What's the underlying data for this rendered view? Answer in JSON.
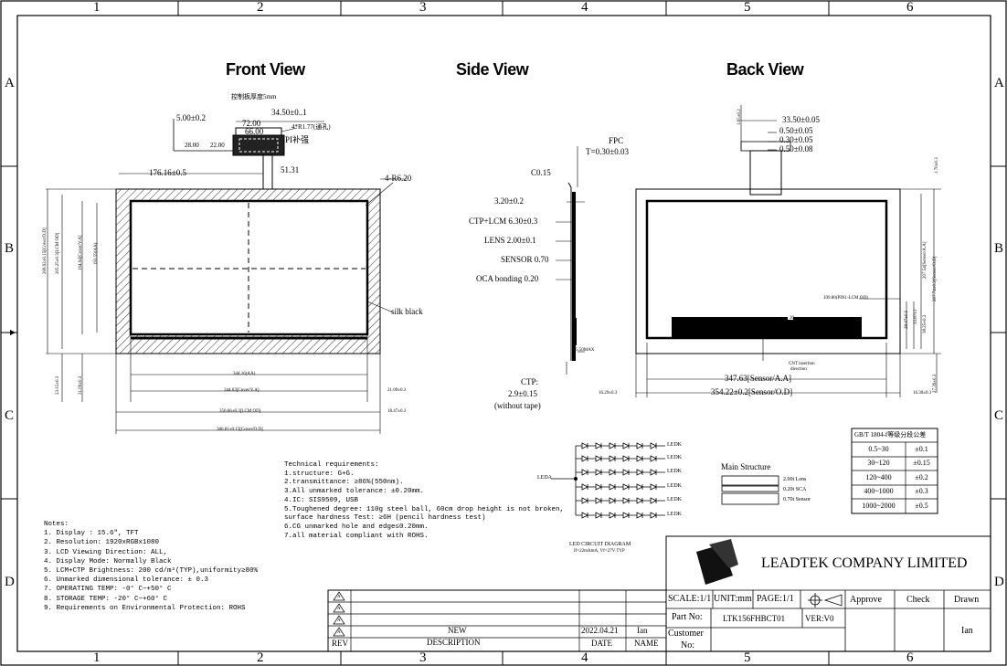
{
  "zones": {
    "cols": [
      "1",
      "2",
      "3",
      "4",
      "5",
      "6"
    ],
    "rows": [
      "A",
      "B",
      "C",
      "D"
    ]
  },
  "views": {
    "front": "Front View",
    "side": "Side View",
    "back": "Back View"
  },
  "front": {
    "note_cn": "控制板厚度5mm",
    "dims": {
      "d1": "34.50±0..1",
      "d2": "5.00±0.2",
      "d3": "72.00",
      "d4": "66.00",
      "d5": "4*R1.77(通孔)",
      "d6": "28.00",
      "d7": "22.00",
      "d8": "PI补强",
      "d9": "51.31",
      "d10": "176.16±0.5",
      "d11": "4-R6.20",
      "silk": "silk black",
      "h1": "206.92±0.15[Cover/O.D]",
      "h2": "205.25±0.3[LCM OD]",
      "h3": "194.94[Cover/V.A]",
      "h4": "193.59(AA)",
      "v1": "23.15±0.3",
      "v2": "31.09±0.3",
      "w1": "344.16(AA)",
      "w2": "344.63[Cover/V.A]",
      "w3": "21.09±0.3",
      "w4": "350.66±0.3[LCM OD]",
      "w5": "18.47±0.3",
      "w6": "386.81±0.15[Cover/O.D]"
    }
  },
  "side": {
    "fpc": "FPC",
    "fpc_t": "T=0.30±0.03",
    "c015": "C0.15",
    "l1": "3.20±0.2",
    "l2": "CTP+LCM 6.30±0.3",
    "l3": "LENS 2.00±0.1",
    "l4": "SENSOR 0.70",
    "l5": "OCA bonding 0.20",
    "max": "5.50MAX",
    "ctp1": "CTP:",
    "ctp2": "2.9±0.15",
    "ctp3": "(without tape)"
  },
  "back": {
    "b1": "33.50±0.05",
    "b2": "0.50±0.05",
    "b3": "0.30±0.05",
    "b4": "0.50±0.08",
    "bv": "1.65±0.2",
    "rv1": "1.70±0.3",
    "rv2": "207.54[Sensor/A.A]",
    "rv3": "207.74±0.2[Sensor/O.D]",
    "rv4": "28.47±0.5",
    "rv5": "33.87±1",
    "rv6": "38.25±0.3",
    "rv7": "27.39±0.3",
    "pin": "109.80(PIN1-LCM OD)",
    "pin30": "30",
    "ins1": "CNT insertion",
    "ins2": "direction",
    "w1": "347.63[Sensor/A.A]",
    "w2": "354.22±0.2[Sensor/O.D]",
    "lw": "16.29±0.3",
    "rw": "16.30±0.3"
  },
  "tech": {
    "title": "Technical requirements:",
    "items": [
      "1.structure: G+G.",
      "2.transmittance: ≥86%(550nm).",
      "3.All unmarked tolerance: ±0.20mm.",
      "4.IC: SIS9509, USB",
      "5.Toughened degree: 110g steel ball, 60cm drop height is not broken,",
      "surface hardness Test: ≥6H (pencil hardness test)",
      "6.CG unmarked hole and edge≤0.20mm.",
      "7.all material compliant with ROHS."
    ]
  },
  "notes": {
    "title": "Notes:",
    "items": [
      "1. Display : 15.6\", TFT",
      "2. Resolution: 1920xRGBx1080",
      "3. LCD Viewing Direction: ALL,",
      "4. Display Mode: Normally Black",
      "5. LCM+CTP Brightness: 200 cd/m²(TYP),uniformity≥80%",
      "6. Unmarked dimensional tolerance: ± 0.3",
      "7. OPERATING TEMP: -0° C~+50° C",
      "8. STORAGE TEMP: -20° C~+60° C",
      "9. Requirements on Environmental Protection: ROHS"
    ]
  },
  "led": {
    "ledk": "LEDK",
    "leda": "LEDA",
    "title": "LED CIRCUIT DIAGRAM",
    "sub": "If=22mAmA, Vf=27V TYP"
  },
  "structure": {
    "title": "Main Structure",
    "items": [
      "2.00t Lens",
      "0.20t SCA",
      "0.70t Sensor"
    ]
  },
  "tolerance": {
    "title": "GB/T 1804-f等级分段公差",
    "rows": [
      [
        "0.5~30",
        "±0.1"
      ],
      [
        "30~120",
        "±0.15"
      ],
      [
        "120~400",
        "±0.2"
      ],
      [
        "400~1000",
        "±0.3"
      ],
      [
        "1000~2000",
        "±0.5"
      ]
    ]
  },
  "titleblock": {
    "company": "LEADTEK COMPANY LIMITED",
    "scale": "SCALE:1/1",
    "unit": "UNIT:mm",
    "page": "PAGE:1/1",
    "approve": "Approve",
    "check": "Check",
    "drawn": "Drawn",
    "partno_label": "Part No:",
    "partno": "LTK156FHBCT01",
    "ver": "VER:V0",
    "customer": "Customer",
    "no": "No:",
    "drawn_by": "Ian"
  },
  "revision": {
    "new": "NEW",
    "description": "DESCRIPTION",
    "date_val": "2022.04.21",
    "name_val": "Ian",
    "rev": "REV",
    "date": "DATE",
    "name": "NAME",
    "marks": [
      "A",
      "A",
      "A",
      "A"
    ]
  }
}
